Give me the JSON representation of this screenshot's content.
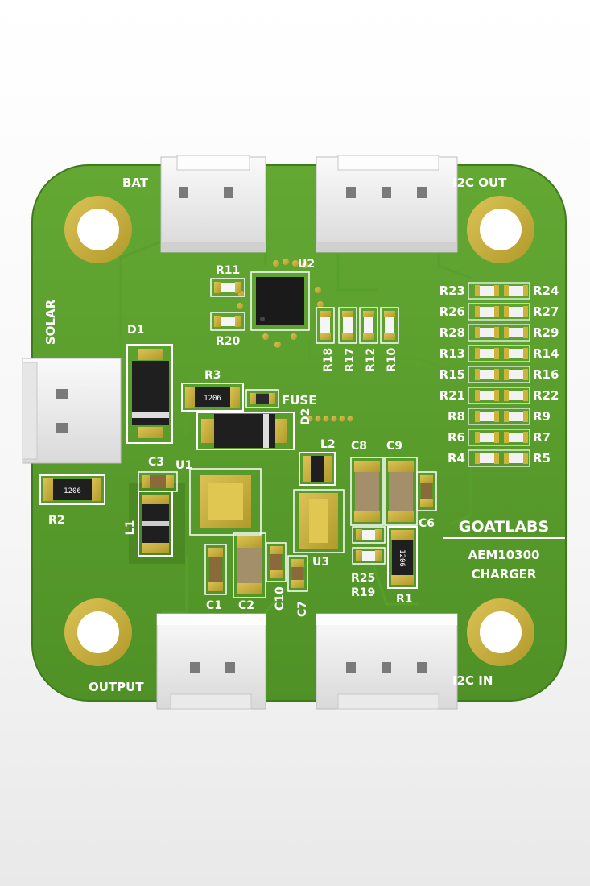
{
  "board": {
    "brand": "GOATLABS",
    "product_line1": "AEM10300",
    "product_line2": "CHARGER",
    "colors": {
      "pcb": "#5fa330",
      "pcb_dark": "#4a8a22",
      "pad_gold": "#cdb33a",
      "connector": "#f2f2f2",
      "silkscreen": "#ffffff"
    }
  },
  "connectors": {
    "bat": "BAT",
    "i2c_out": "I2C OUT",
    "solar": "SOLAR",
    "output": "OUTPUT",
    "i2c_in": "I2C IN",
    "fuse": "FUSE"
  },
  "designators": {
    "u1": "U1",
    "u2": "U2",
    "u3": "U3",
    "d1": "D1",
    "d2": "D2",
    "l1": "L1",
    "l2": "L2",
    "r1": "R1",
    "r2": "R2",
    "r3": "R3",
    "r10": "R10",
    "r11": "R11",
    "r12": "R12",
    "r17": "R17",
    "r18": "R18",
    "r19": "R19",
    "r20": "R20",
    "r25": "R25",
    "c1": "C1",
    "c2": "C2",
    "c3": "C3",
    "c6": "C6",
    "c7": "C7",
    "c8": "C8",
    "c9": "C9",
    "c10": "C10"
  },
  "resistor_array": [
    {
      "left": "R23",
      "right": "R24"
    },
    {
      "left": "R26",
      "right": "R27"
    },
    {
      "left": "R28",
      "right": "R29"
    },
    {
      "left": "R13",
      "right": "R14"
    },
    {
      "left": "R15",
      "right": "R16"
    },
    {
      "left": "R21",
      "right": "R22"
    },
    {
      "left": "R8",
      "right": "R9"
    },
    {
      "left": "R6",
      "right": "R7"
    },
    {
      "left": "R4",
      "right": "R5"
    }
  ],
  "markings": {
    "r1": "1206",
    "r2": "1206",
    "r3": "1206"
  }
}
